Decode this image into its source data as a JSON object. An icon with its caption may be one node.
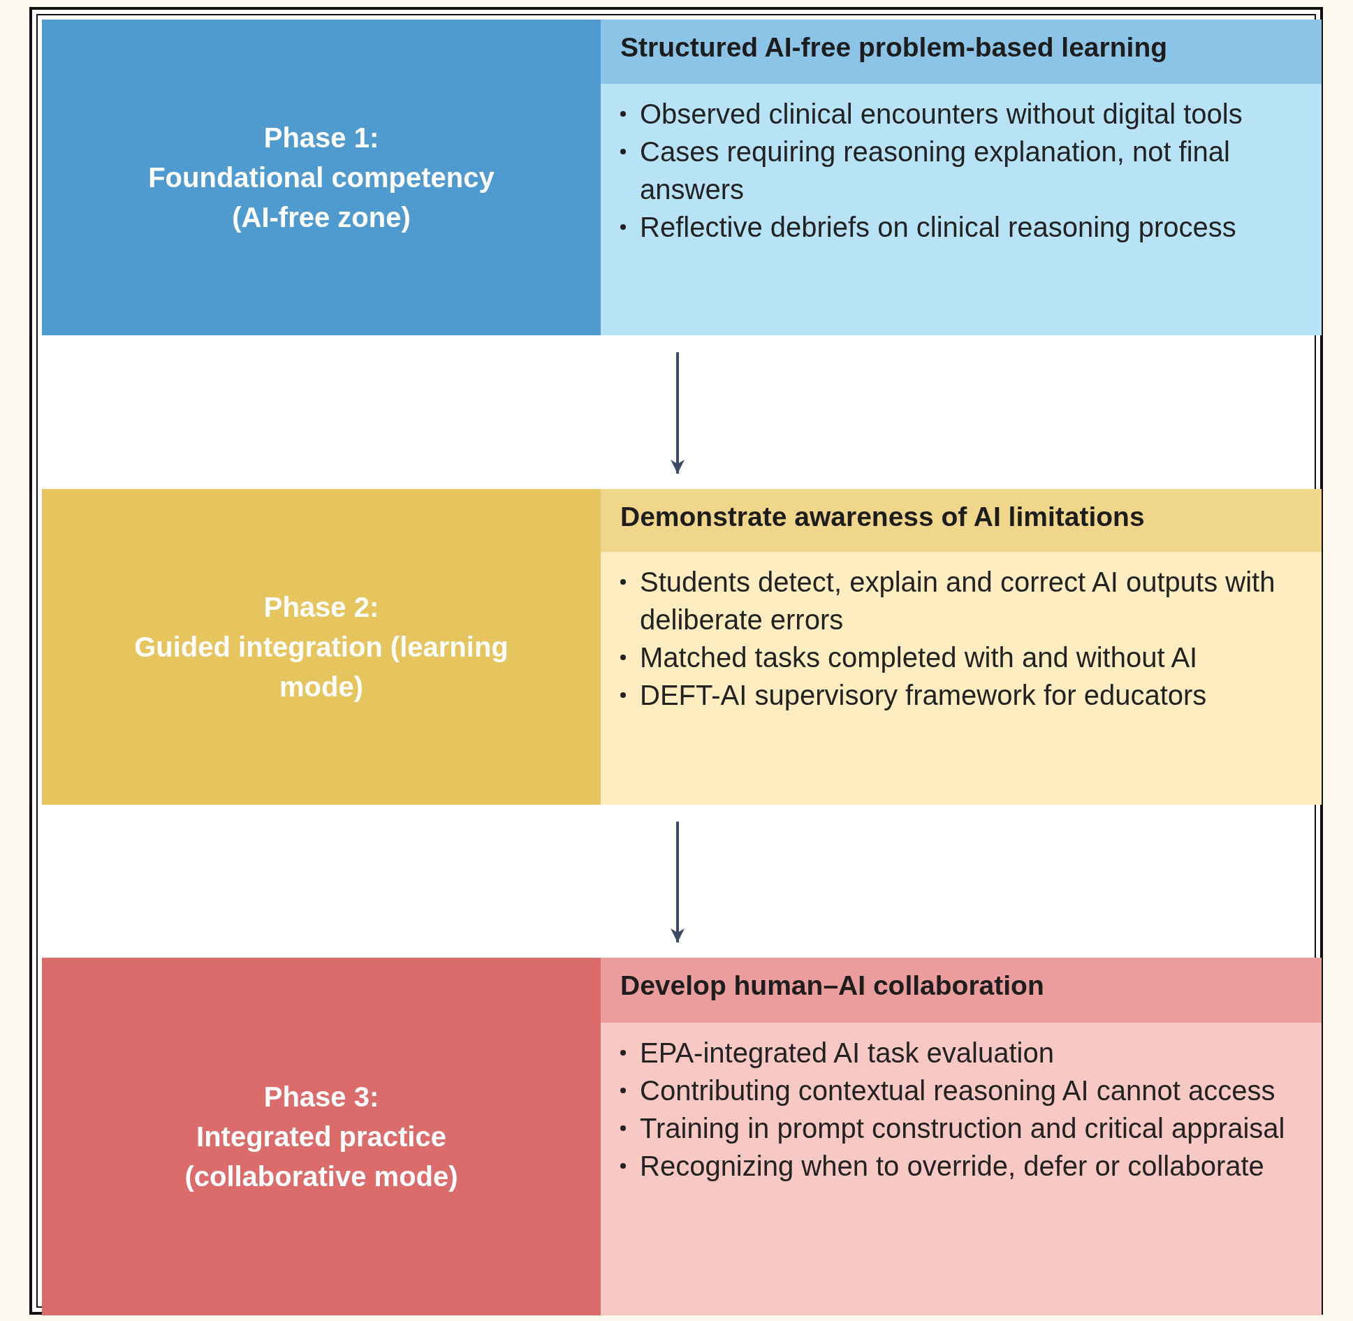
{
  "diagram": {
    "nodes": [
      {
        "text": [
          "Phase 1:",
          "Foundational competency (AI-free zone)"
        ]
      },
      {
        "text": [
          "Structured AI-free problem-based learning"
        ]
      },
      {
        "text": [
          "Observed clinical encounters without digital tools",
          "Cases requiring reasoning explanation, not final answers",
          "Reflective debriefs on clinical reasoning process"
        ]
      },
      {
        "text": [
          "Phase 2:",
          "Guided integration (learning mode)"
        ]
      },
      {
        "text": [
          "Demonstrate awareness of AI limitations"
        ]
      },
      {
        "text": [
          "Students detect, explain and correct AI outputs with deliberate errors",
          "Matched tasks completed with and without AI",
          "DEFT-AI supervisory framework for educators"
        ]
      },
      {
        "text": [
          "Phase 3:",
          "Integrated practice (collaborative mode)"
        ]
      },
      {
        "text": [
          "Develop human–AI collaboration"
        ]
      },
      {
        "text": [
          "EPA-integrated AI task evaluation",
          "Contributing contextual reasoning AI cannot access",
          "Training in prompt construction and critical appraisal",
          "Recognizing when to override, defer or collaborate"
        ]
      }
    ],
    "edges": [
      {
        "from": 2,
        "to": 4,
        "arrow": "to"
      },
      {
        "from": 5,
        "to": 7,
        "arrow": "to"
      }
    ]
  }
}
